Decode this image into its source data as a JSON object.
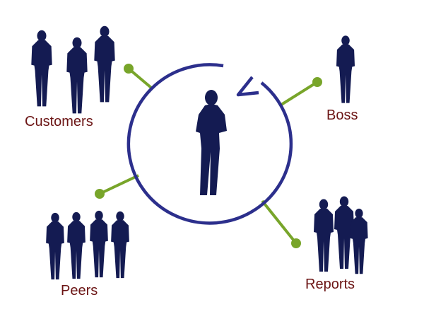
{
  "labels": {
    "customers": "Customers",
    "boss": "Boss",
    "peers": "Peers",
    "reports": "Reports"
  },
  "colors": {
    "silhouette": "#141b52",
    "ring": "#2c2f8c",
    "connector": "#78a52a",
    "label": "#6b1414"
  }
}
